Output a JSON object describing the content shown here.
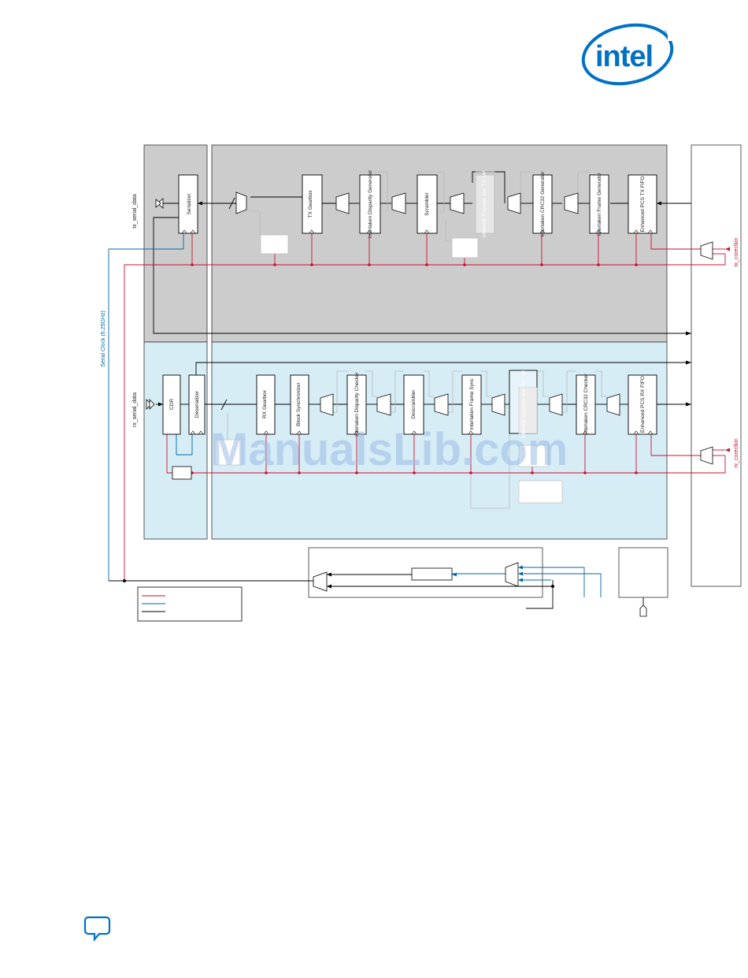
{
  "logo": {
    "text": "intel",
    "color": "#0071c5"
  },
  "colors": {
    "tx_region": "#cccccc",
    "rx_region": "#d6edf6",
    "control_line": "#c8102e",
    "clock_line": "#0067a7",
    "data_line": "#000000"
  },
  "signals": {
    "tx_serial_data": "tx_serial_data",
    "rx_serial_data": "rx_serial_data",
    "serial_clock": "Serial Clock (6.25GHz)",
    "tx_coreclkin": "tx_coreclkin",
    "rx_coreclkin": "rx_coreclkin"
  },
  "tx_blocks": [
    {
      "id": "serializer",
      "label": "Serializer",
      "faint": false
    },
    {
      "id": "tx_gearbox",
      "label": "TX Gearbox",
      "faint": false
    },
    {
      "id": "disparity_generator",
      "label": "Interlaken Disparity Generator",
      "faint": false
    },
    {
      "id": "scrambler",
      "label": "Scrambler",
      "faint": false
    },
    {
      "id": "encoder",
      "label": "64B/66B Encoder and TX SM",
      "faint": true
    },
    {
      "id": "crc32_generator",
      "label": "Interlaken CRC32 Generator",
      "faint": false
    },
    {
      "id": "frame_generator",
      "label": "Interlaken Frame Generator",
      "faint": false
    },
    {
      "id": "tx_fifo",
      "label": "Enhanced PCS TX FIFO",
      "faint": false
    }
  ],
  "rx_blocks": [
    {
      "id": "cdr",
      "label": "CDR",
      "faint": false
    },
    {
      "id": "deserializer",
      "label": "Deserializer",
      "faint": false
    },
    {
      "id": "rx_gearbox",
      "label": "RX Gearbox",
      "faint": false
    },
    {
      "id": "block_sync",
      "label": "Block Synchronizer",
      "faint": false
    },
    {
      "id": "disparity_checker",
      "label": "Interlaken Disparity Checker",
      "faint": false
    },
    {
      "id": "descrambler",
      "label": "Descrambler",
      "faint": false
    },
    {
      "id": "frame_sync",
      "label": "Interlaken Frame Sync",
      "faint": false
    },
    {
      "id": "decoder",
      "label": "64B/66B Decoder and RX SM",
      "faint": true
    },
    {
      "id": "crc32_checker",
      "label": "Interlaken CRC32 Checker",
      "faint": false
    },
    {
      "id": "rx_fifo",
      "label": "Enhanced PCS RX FIFO",
      "faint": false
    }
  ],
  "watermark": "ManualsLib.com",
  "feedback_icon": "chat-bubble-icon"
}
